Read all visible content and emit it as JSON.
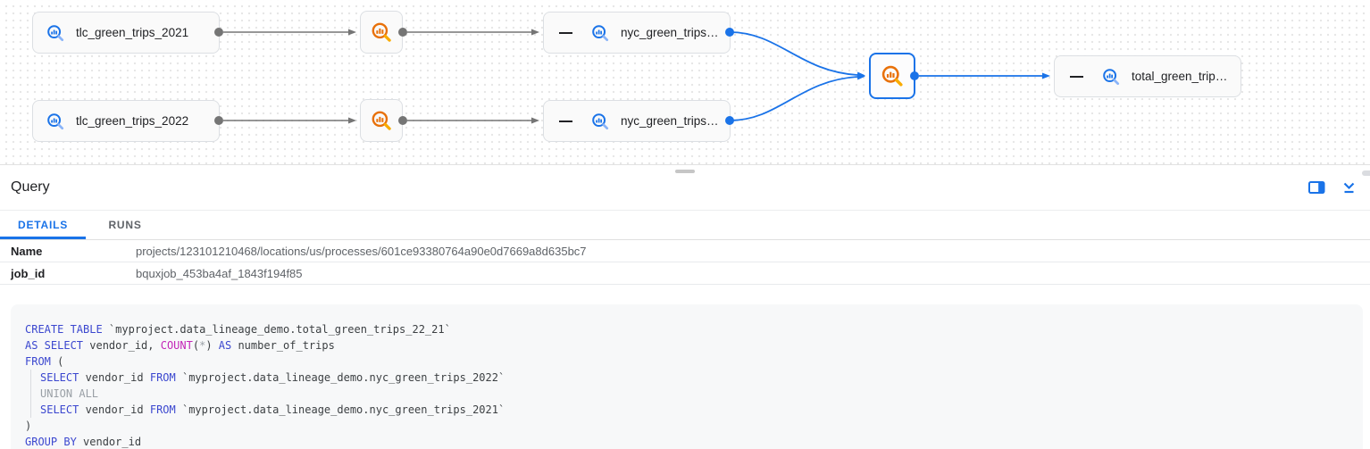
{
  "graph": {
    "nodes": {
      "tlc2021": {
        "label": "tlc_green_trips_2021",
        "type": "bigquery-table"
      },
      "tlc2022": {
        "label": "tlc_green_trips_2022",
        "type": "bigquery-table"
      },
      "nyc2021": {
        "label": "nyc_green_trips…",
        "type": "bigquery-table"
      },
      "nyc2022": {
        "label": "nyc_green_trips…",
        "type": "bigquery-table"
      },
      "total": {
        "label": "total_green_trip…",
        "type": "bigquery-table"
      },
      "query1": {
        "label": "",
        "type": "query-process"
      },
      "query2": {
        "label": "",
        "type": "query-process"
      },
      "query3": {
        "label": "",
        "type": "query-process",
        "selected": true
      }
    },
    "edges": [
      {
        "from": "tlc2021",
        "to": "query1",
        "color": "gray"
      },
      {
        "from": "tlc2022",
        "to": "query2",
        "color": "gray"
      },
      {
        "from": "query1",
        "to": "nyc2021",
        "color": "gray"
      },
      {
        "from": "query2",
        "to": "nyc2022",
        "color": "gray"
      },
      {
        "from": "nyc2021",
        "to": "query3",
        "color": "blue"
      },
      {
        "from": "nyc2022",
        "to": "query3",
        "color": "blue"
      },
      {
        "from": "query3",
        "to": "total",
        "color": "blue"
      }
    ],
    "colors": {
      "table_icon": "#1a73e8",
      "table_icon_handle": "#8ab4f8",
      "query_icon": "#e8710a",
      "query_icon_handle": "#f9ab00",
      "edge_gray": "#757575",
      "edge_blue": "#1a73e8"
    },
    "icons": {
      "table_node": "bigquery-table-icon",
      "process_node": "bigquery-query-icon",
      "collapse_columns": "hide-columns-minus-icon"
    }
  },
  "panel": {
    "title": "Query",
    "accent": "#1a73e8",
    "icons": {
      "split": "side-panel-icon",
      "collapse": "collapse-panel-icon",
      "handle": "drag-handle"
    },
    "tabs": [
      {
        "label": "DETAILS",
        "active": true
      },
      {
        "label": "RUNS",
        "active": false
      }
    ],
    "details": {
      "rows": [
        {
          "label": "Name",
          "value": "projects/123101210468/locations/us/processes/601ce93380764a90e0d7669a8d635bc7"
        },
        {
          "label": "job_id",
          "value": "bquxjob_453ba4af_1843f194f85"
        }
      ]
    }
  },
  "code": {
    "colors": {
      "keyword": "#3b47cf",
      "function": "#c326b8",
      "comment": "#9aa0a6",
      "operator": "#9aa0a6",
      "plain": "#3c4043"
    },
    "lines": [
      {
        "indent": 0,
        "segments": [
          {
            "c": "keyword",
            "t": "CREATE TABLE"
          },
          {
            "c": "plain",
            "t": " `myproject.data_lineage_demo.total_green_trips_22_21`"
          }
        ]
      },
      {
        "indent": 0,
        "segments": [
          {
            "c": "keyword",
            "t": "AS SELECT"
          },
          {
            "c": "plain",
            "t": " vendor_id, "
          },
          {
            "c": "function",
            "t": "COUNT"
          },
          {
            "c": "plain",
            "t": "("
          },
          {
            "c": "operator",
            "t": "*"
          },
          {
            "c": "plain",
            "t": ") "
          },
          {
            "c": "keyword",
            "t": "AS"
          },
          {
            "c": "plain",
            "t": " number_of_trips"
          }
        ]
      },
      {
        "indent": 0,
        "segments": [
          {
            "c": "keyword",
            "t": "FROM"
          },
          {
            "c": "plain",
            "t": " ("
          }
        ]
      },
      {
        "indent": 1,
        "segments": [
          {
            "c": "keyword",
            "t": "SELECT"
          },
          {
            "c": "plain",
            "t": " vendor_id "
          },
          {
            "c": "keyword",
            "t": "FROM"
          },
          {
            "c": "plain",
            "t": " `myproject.data_lineage_demo.nyc_green_trips_2022`"
          }
        ]
      },
      {
        "indent": 1,
        "segments": [
          {
            "c": "comment",
            "t": "UNION ALL"
          }
        ]
      },
      {
        "indent": 1,
        "segments": [
          {
            "c": "keyword",
            "t": "SELECT"
          },
          {
            "c": "plain",
            "t": " vendor_id "
          },
          {
            "c": "keyword",
            "t": "FROM"
          },
          {
            "c": "plain",
            "t": " `myproject.data_lineage_demo.nyc_green_trips_2021`"
          }
        ]
      },
      {
        "indent": 0,
        "segments": [
          {
            "c": "plain",
            "t": ")"
          }
        ]
      },
      {
        "indent": 0,
        "segments": [
          {
            "c": "keyword",
            "t": "GROUP BY"
          },
          {
            "c": "plain",
            "t": " vendor_id"
          }
        ]
      }
    ]
  }
}
